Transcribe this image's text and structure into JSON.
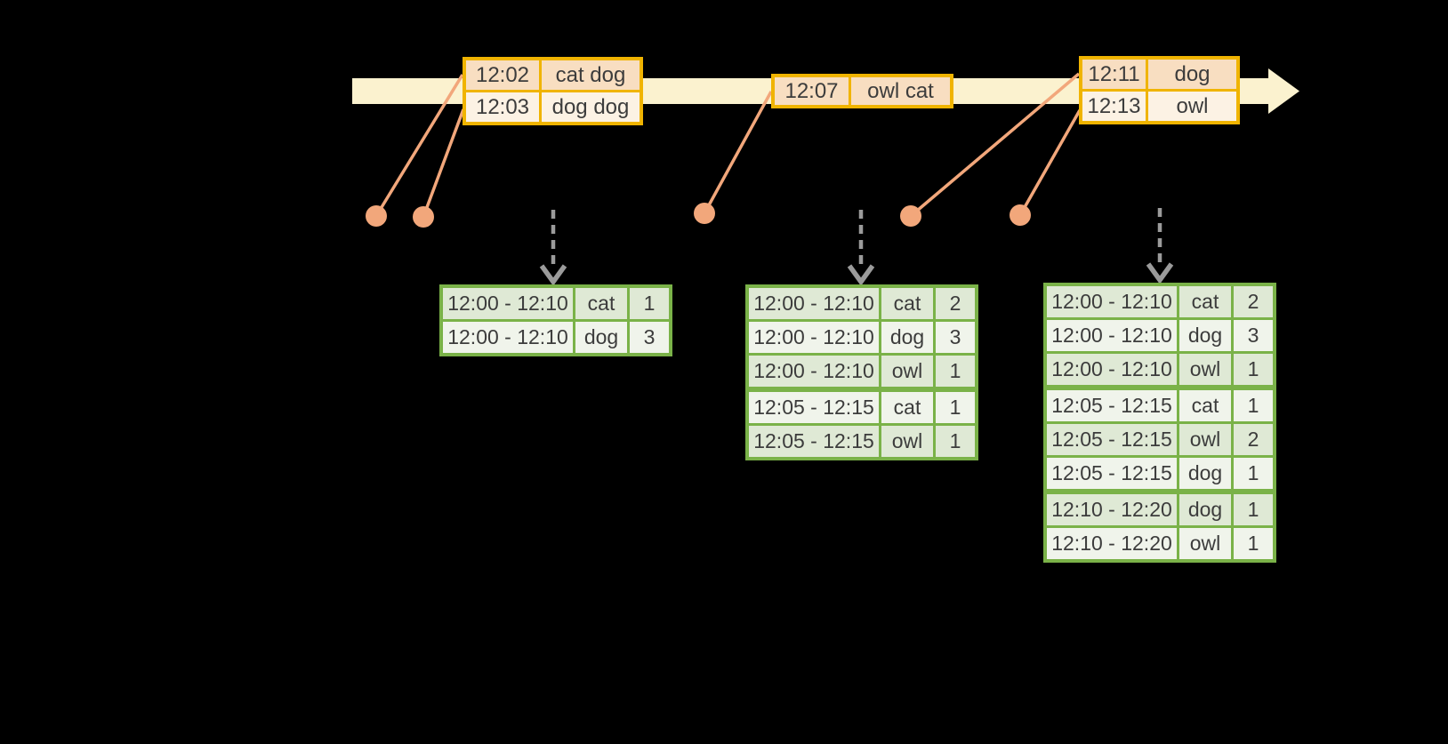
{
  "background_color": "#000000",
  "colors": {
    "timeline_band": "#fbf2cf",
    "event_table_border": "#f0b400",
    "event_row_dark": "#f8dec1",
    "event_row_light": "#fcf2e4",
    "marker": "#f2a77b",
    "trigger_arrow": "#9b9b9b",
    "result_table_border": "#7ab248",
    "result_row_dark": "#dfe9d5",
    "result_row_light": "#f0f4eb",
    "text": "#3c3c3c"
  },
  "icons": {
    "timeline_arrowhead": "right-arrowhead",
    "trigger_arrow": "dashed-down-arrow",
    "event_marker": "dot-with-leader-line"
  },
  "event_tables": [
    {
      "rows": [
        {
          "time": "12:02",
          "words": "cat dog"
        },
        {
          "time": "12:03",
          "words": "dog dog"
        }
      ]
    },
    {
      "rows": [
        {
          "time": "12:07",
          "words": "owl cat"
        }
      ]
    },
    {
      "rows": [
        {
          "time": "12:11",
          "words": "dog"
        },
        {
          "time": "12:13",
          "words": "owl"
        }
      ]
    }
  ],
  "result_tables": [
    {
      "rows": [
        {
          "window": "12:00 - 12:10",
          "word": "cat",
          "count": "1"
        },
        {
          "window": "12:00 - 12:10",
          "word": "dog",
          "count": "3"
        }
      ]
    },
    {
      "rows": [
        {
          "window": "12:00 - 12:10",
          "word": "cat",
          "count": "2"
        },
        {
          "window": "12:00 - 12:10",
          "word": "dog",
          "count": "3"
        },
        {
          "window": "12:00 - 12:10",
          "word": "owl",
          "count": "1"
        },
        {
          "window": "12:05 - 12:15",
          "word": "cat",
          "count": "1"
        },
        {
          "window": "12:05 - 12:15",
          "word": "owl",
          "count": "1"
        }
      ]
    },
    {
      "rows": [
        {
          "window": "12:00 - 12:10",
          "word": "cat",
          "count": "2"
        },
        {
          "window": "12:00 - 12:10",
          "word": "dog",
          "count": "3"
        },
        {
          "window": "12:00 - 12:10",
          "word": "owl",
          "count": "1"
        },
        {
          "window": "12:05 - 12:15",
          "word": "cat",
          "count": "1"
        },
        {
          "window": "12:05 - 12:15",
          "word": "owl",
          "count": "2"
        },
        {
          "window": "12:05 - 12:15",
          "word": "dog",
          "count": "1"
        },
        {
          "window": "12:10 - 12:20",
          "word": "dog",
          "count": "1"
        },
        {
          "window": "12:10 - 12:20",
          "word": "owl",
          "count": "1"
        }
      ]
    }
  ]
}
